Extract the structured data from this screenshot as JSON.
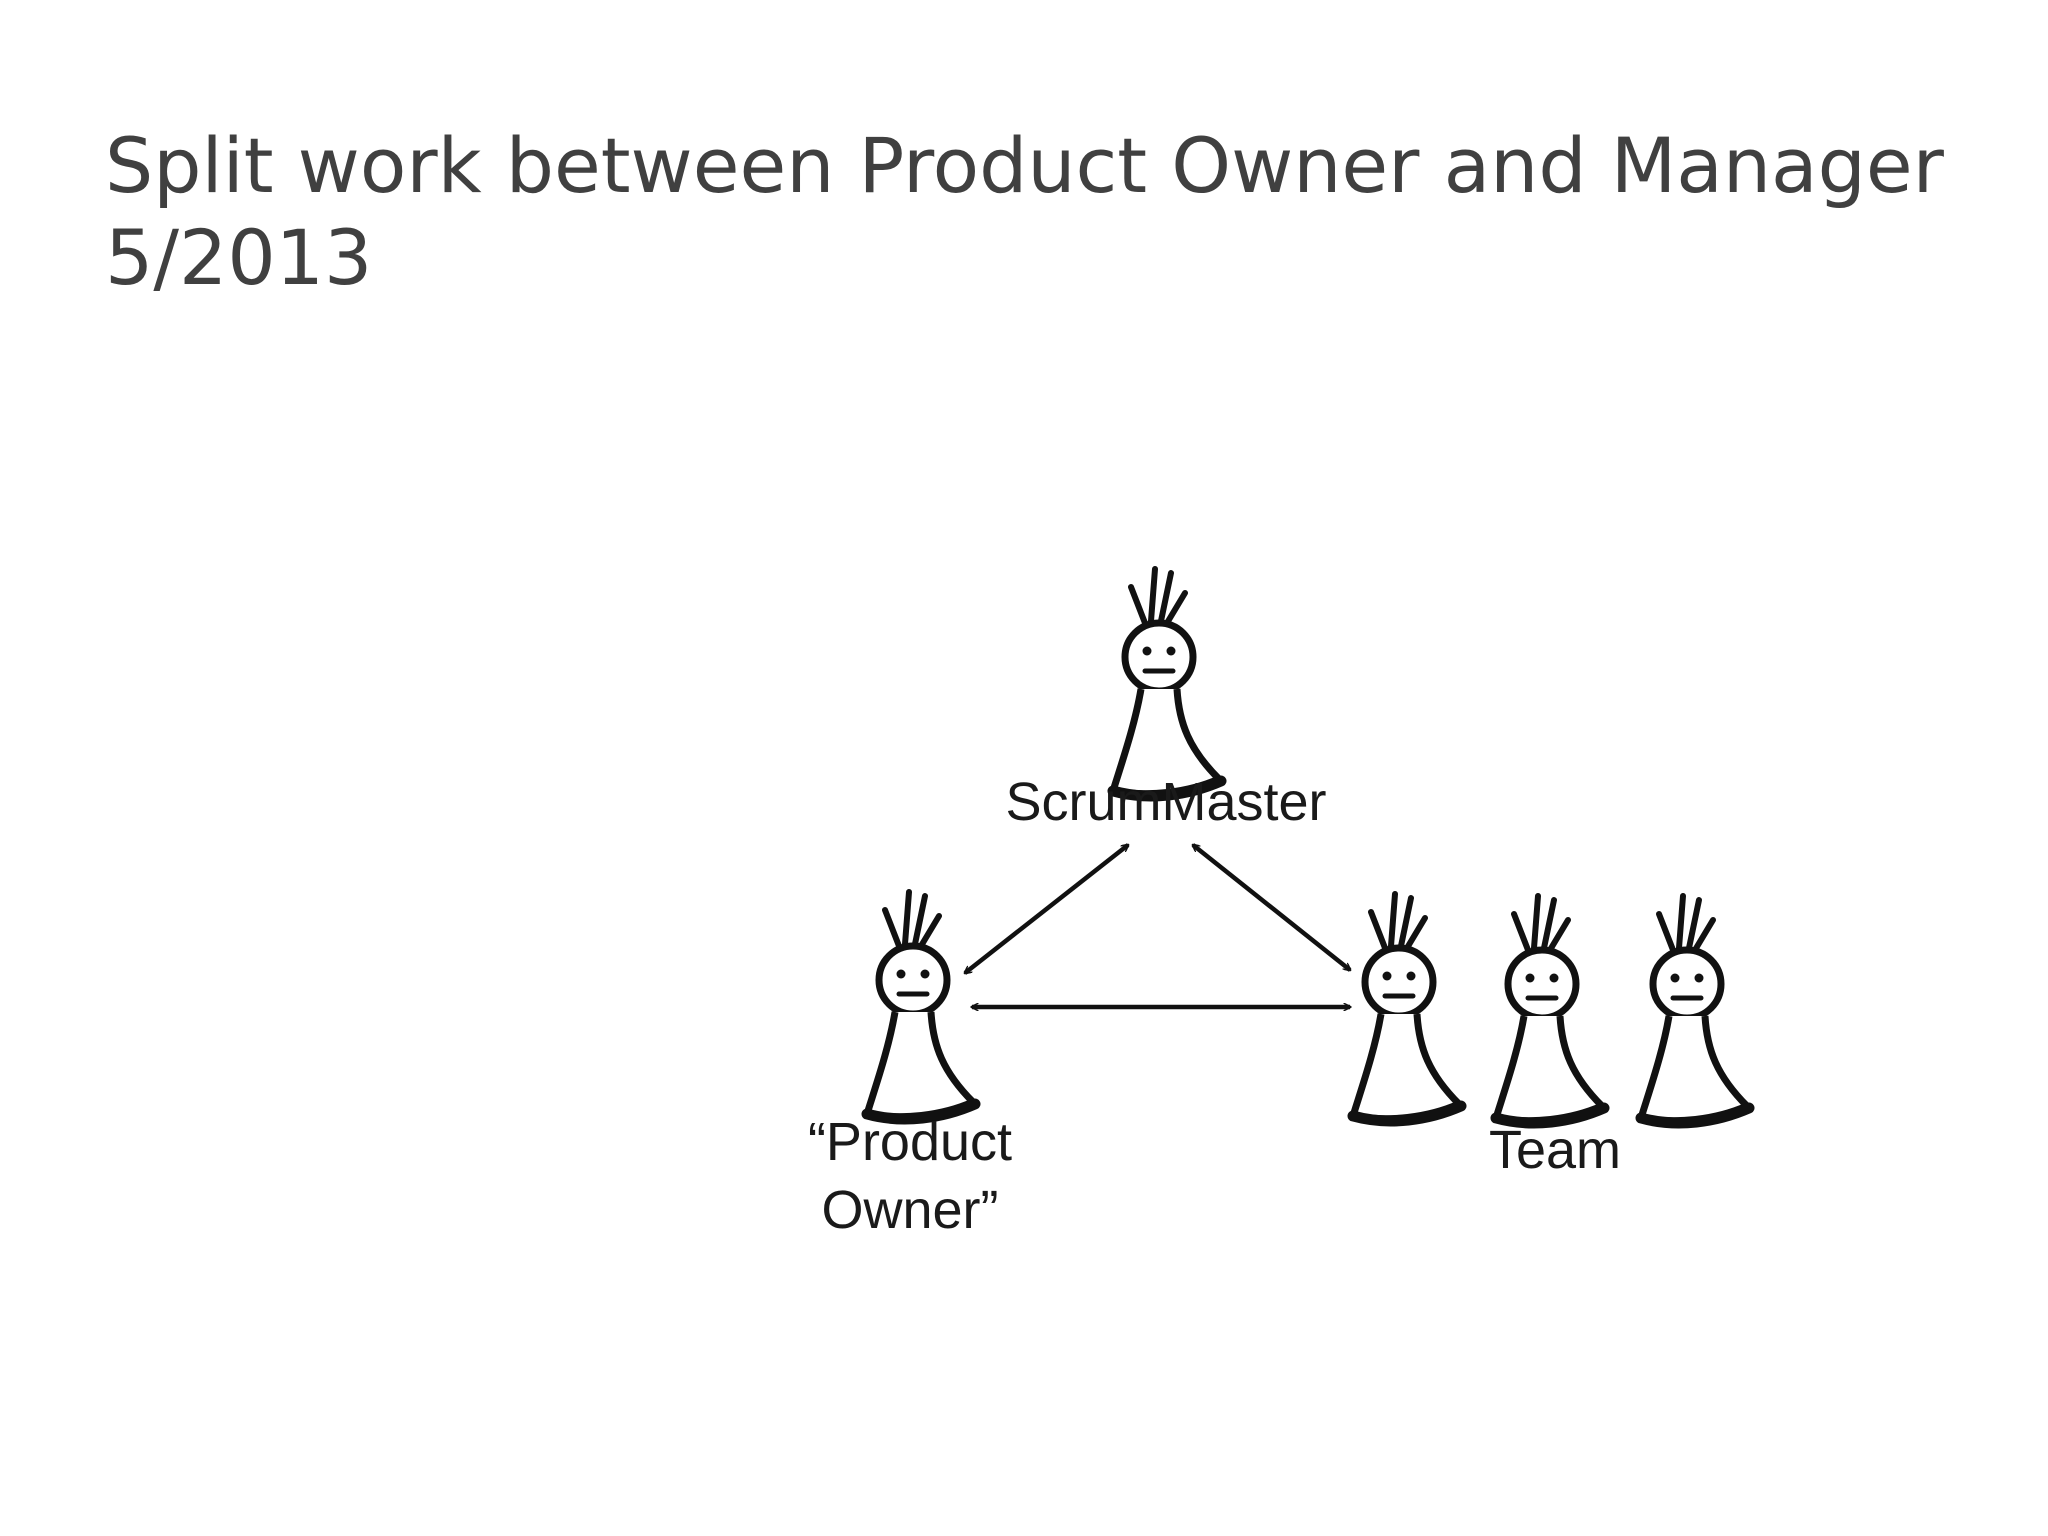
{
  "slide": {
    "title_line1": "Split work between Product Owner and Manager",
    "title_line2": "5/2013"
  },
  "diagram": {
    "scrummaster_label": "ScrumMaster",
    "product_owner_label_line1": "“Product",
    "product_owner_label_line2": "Owner”",
    "team_label": "Team"
  },
  "colors": {
    "title": "#404040",
    "ink": "#1a1a1a",
    "background": "#ffffff"
  }
}
